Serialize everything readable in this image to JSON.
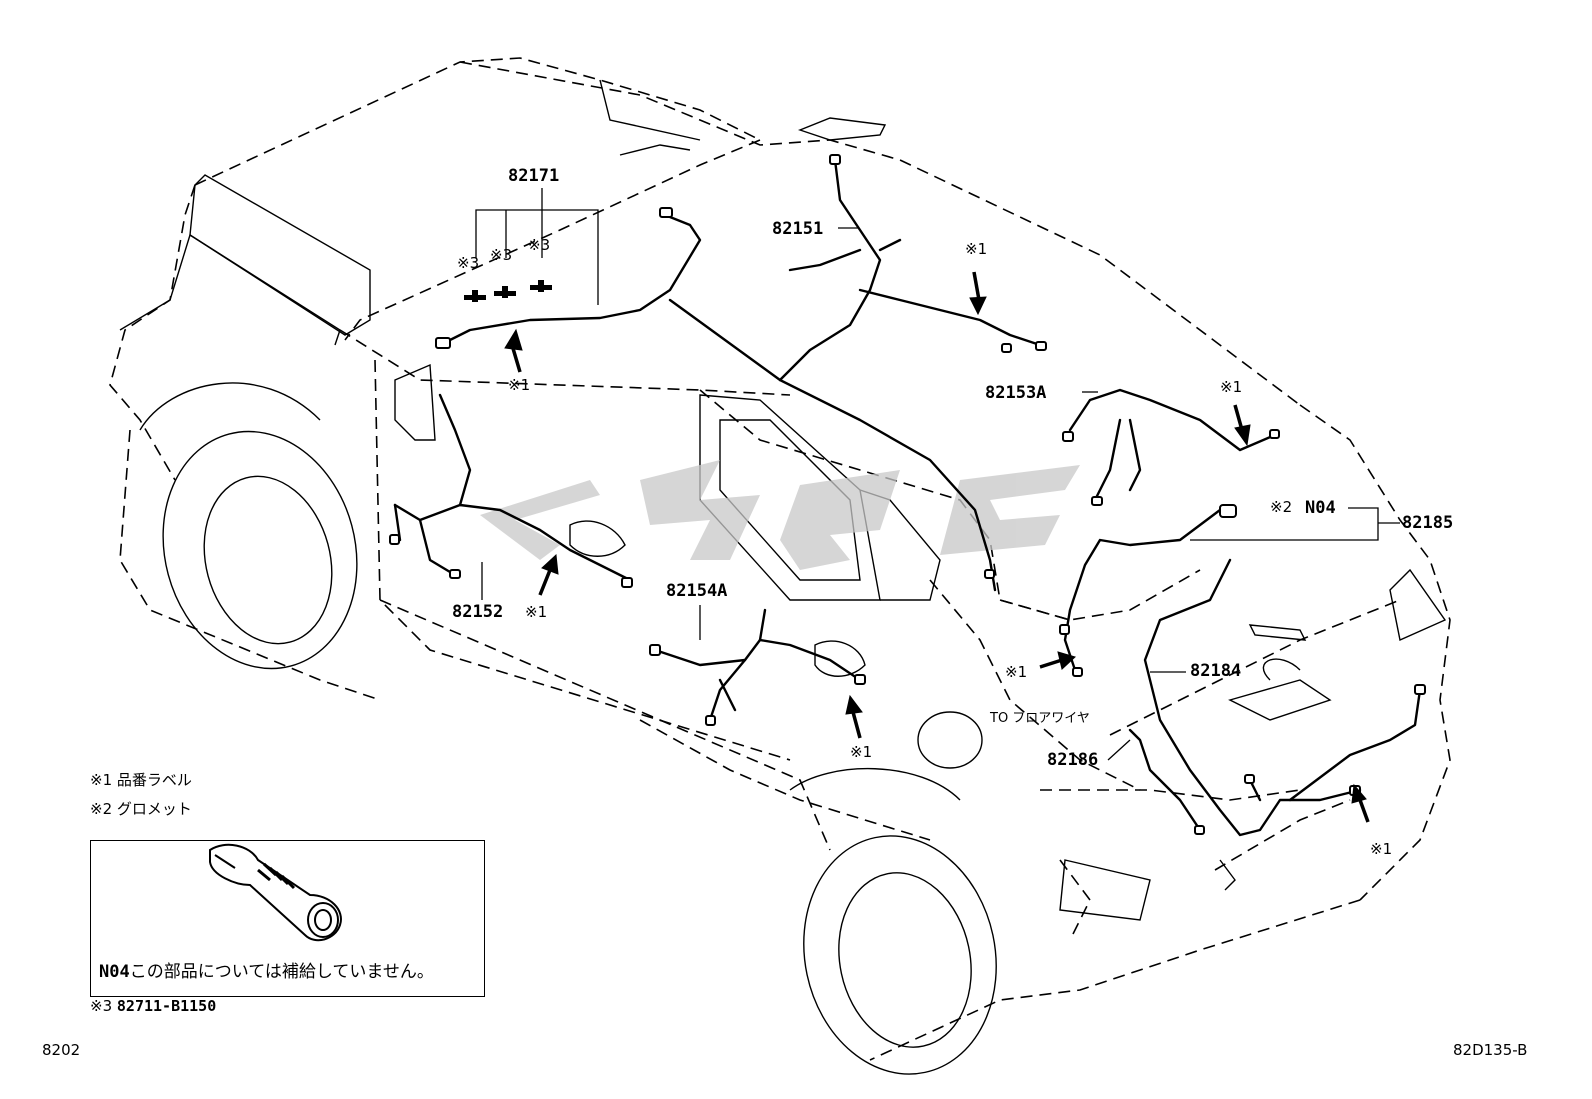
{
  "callouts": {
    "p82171": "82171",
    "p82151": "82151",
    "p82153a": "82153A",
    "p82185": "82185",
    "p82152": "82152",
    "p82154a": "82154A",
    "p82184": "82184",
    "p82186": "82186",
    "n04": "N04"
  },
  "marks": {
    "m1": "※1",
    "m2": "※2",
    "m3": "※3"
  },
  "floor_wire_note": "TO フロアワイヤ",
  "legend": {
    "note1": "※1 品番ラベル",
    "note2": "※2 グロメット",
    "note3_mark": "※3",
    "note3_part": "82711-B1150",
    "box_code": "N04",
    "box_text": "この部品については補給していません。"
  },
  "footer": {
    "page_code": "8202",
    "figure_code": "82D135-B"
  }
}
